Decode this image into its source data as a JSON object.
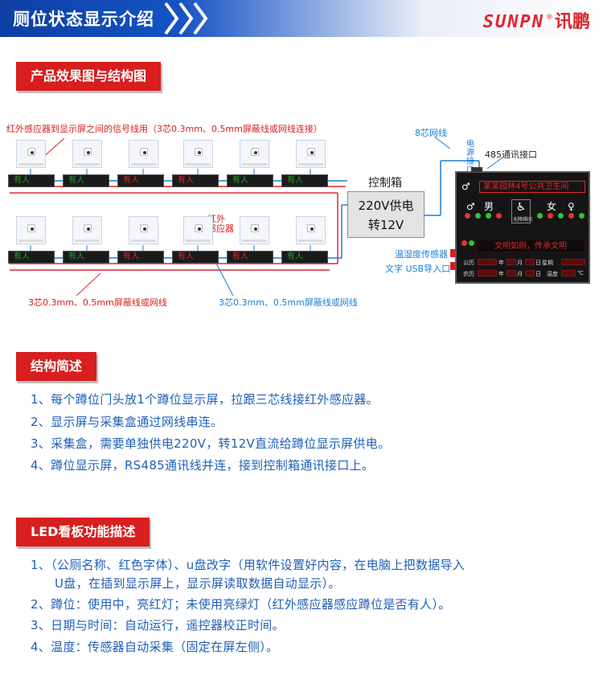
{
  "header": {
    "title": "厕位状态显示介绍",
    "brand_en": "SUNPN",
    "brand_reg": "®",
    "brand_cn": "讯鹏"
  },
  "section1": {
    "label": "产品效果图与结构图"
  },
  "diagram": {
    "ann_signal_line": "红外感应器到显示屏之间的信号线用（3芯0.3mm、0.5mm屏蔽线或网线连接）",
    "ann_8core": "8芯网线",
    "ann_power_port": "电源接口",
    "ann_485": "485通讯接口",
    "ann_ctrl_box": "控制箱",
    "ctrl_line1": "220V供电",
    "ctrl_line2": "转12V",
    "ann_ir_sensor_line1": "红外",
    "ann_ir_sensor_line2": "感应器",
    "ann_temp_sensor": "温湿度传感器",
    "ann_usb": "文字 USB导入口",
    "ann_bottom_red": "3芯0.3mm、0.5mm屏蔽线或网线",
    "ann_bottom_blue": "3芯0.3mm、0.5mm屏蔽线或网线",
    "stall_top": [
      "有人",
      "有人",
      "有人",
      "有人",
      "有人",
      "有人"
    ],
    "stall_bottom": [
      "有人",
      "有人",
      "有人",
      "有人",
      "有人",
      "有人"
    ],
    "board": {
      "title": "某某园林4号公共卫生间",
      "male": "男",
      "female": "女",
      "disabled": "无障碍间",
      "slogan": "文明如厕，传承文明",
      "row1_left": "公历",
      "row1_year": "年",
      "row1_month": "月",
      "row1_day": "日",
      "row1_week": "星期",
      "row2_left": "农历",
      "row2_year": "年",
      "row2_month": "月",
      "row2_day": "日",
      "row2_temp": "温度",
      "row2_unit": "℃"
    }
  },
  "section2": {
    "label": "结构简述",
    "items": [
      "1、每个蹲位门头放1个蹲位显示屏，拉跟三芯线接红外感应器。",
      "2、显示屏与采集盒通过网线串连。",
      "3、采集盒，需要单独供电220V，转12V直流给蹲位显示屏供电。",
      "4、蹲位显示屏，RS485通讯线并连，接到控制箱通讯接口上。"
    ]
  },
  "section3": {
    "label": "LED看板功能描述",
    "item1_line1": "1、（公厕名称、红色字体）、u盘改字（用软件设置好内容，在电脑上把数据导入",
    "item1_line2": "U盘，在插到显示屏上，显示屏读取数据自动显示）。",
    "item2": "2、蹲位：使用中，亮红灯；未使用亮绿灯（红外感应器感应蹲位是否有人）。",
    "item3": "3、日期与时间：自动运行，遥控器校正时间。",
    "item4": "4、温度：传感器自动采集（固定在屏左侧）。"
  },
  "colors": {
    "header_blue": "#1653c4",
    "label_red": "#d81e1e",
    "text_blue": "#1f5fb8",
    "led_green": "#2fc23a",
    "led_red": "#e8322f"
  }
}
